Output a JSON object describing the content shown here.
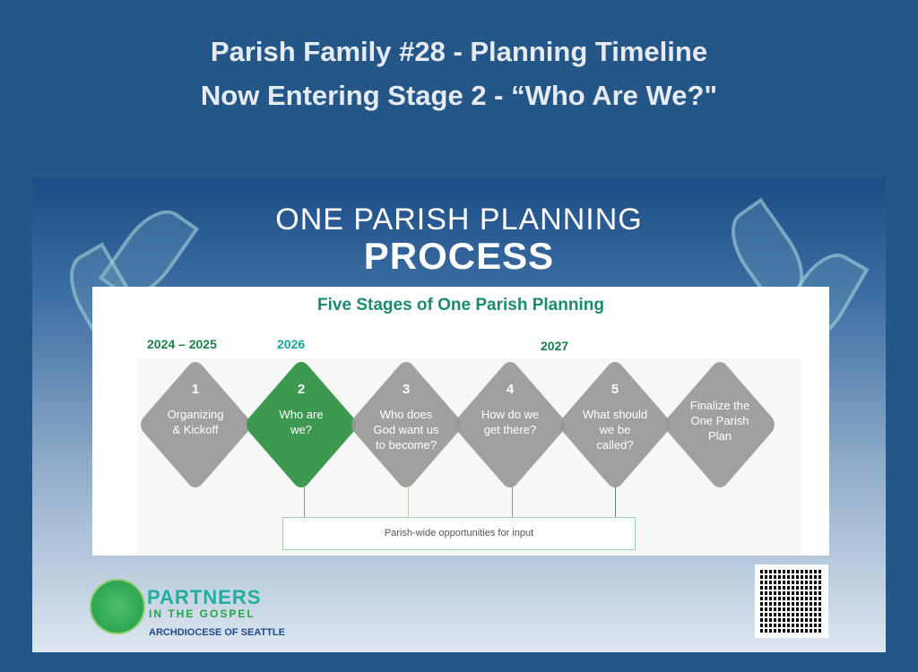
{
  "header": {
    "line1": "Parish Family #28 - Planning Timeline",
    "line2": "Now Entering Stage 2 - “Who Are We?\""
  },
  "slide": {
    "title_line1": "ONE PARISH PLANNING",
    "title_line2": "PROCESS",
    "panel_title": "Five Stages of One Parish Planning",
    "years": [
      "2024 – 2025",
      "2026",
      "2027"
    ],
    "stages": [
      {
        "num": "1",
        "label": "Organizing & Kickoff"
      },
      {
        "num": "2",
        "label": "Who are we?"
      },
      {
        "num": "3",
        "label": "Who does God want us to become?"
      },
      {
        "num": "4",
        "label": "How do we get there?"
      },
      {
        "num": "5",
        "label": "What should we be called?"
      },
      {
        "num": "",
        "label": "Finalize the One Parish Plan"
      }
    ],
    "active_stage": 2,
    "input_box": "Parish-wide opportunities for input",
    "logo": {
      "line1": "PARTNERS",
      "line2": "IN THE GOSPEL",
      "line3": "ARCHDIOCESE OF SEATTLE"
    }
  },
  "colors": {
    "background": "#245788",
    "active": "#3d9950",
    "inactive": "#969696",
    "title_green": "#1b8a70"
  }
}
